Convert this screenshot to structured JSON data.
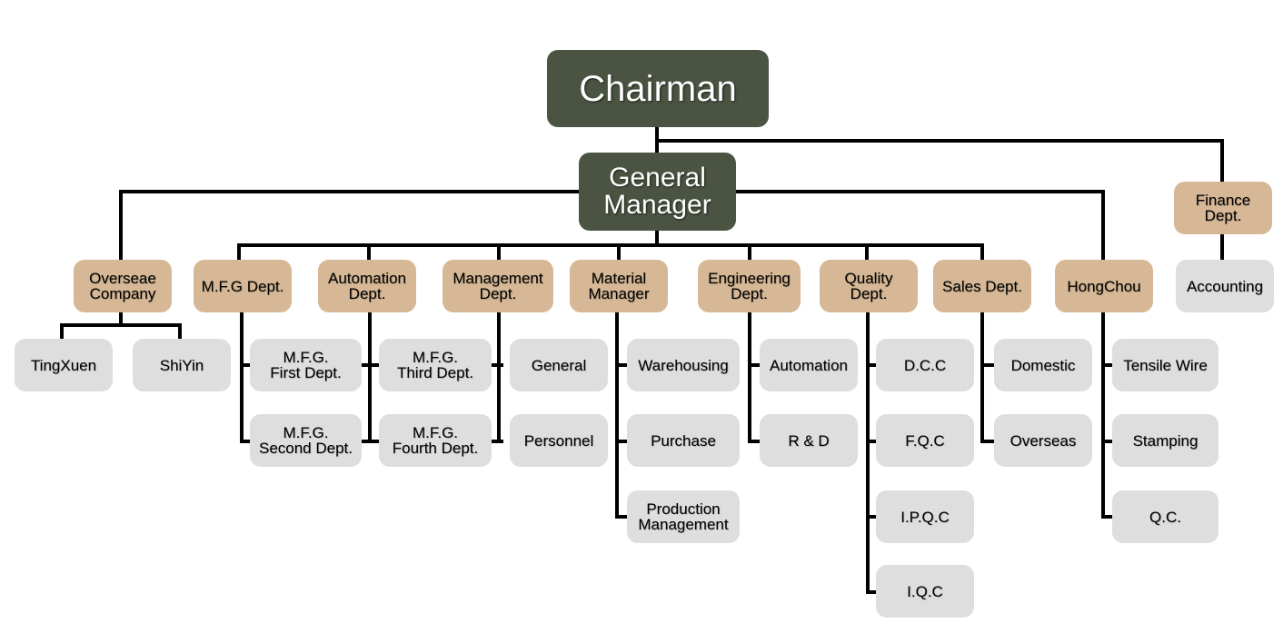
{
  "chairman": "Chairman",
  "general_manager": "General\nManager",
  "finance": {
    "label": "Finance\nDept.",
    "children": [
      "Accounting"
    ]
  },
  "departments": [
    {
      "key": "overseas-company",
      "label": "Overseae\nCompany",
      "children": [
        "TingXuen",
        "ShiYin"
      ]
    },
    {
      "key": "mfg-dept",
      "label": "M.F.G Dept.",
      "children": [
        "M.F.G.\nFirst Dept.",
        "M.F.G.\nSecond Dept."
      ]
    },
    {
      "key": "automation-dept",
      "label": "Automation\nDept.",
      "children": [
        "M.F.G.\nThird Dept.",
        "M.F.G.\nFourth Dept."
      ]
    },
    {
      "key": "management-dept",
      "label": "Management\nDept.",
      "children": [
        "General",
        "Personnel"
      ]
    },
    {
      "key": "material-manager",
      "label": "Material\nManager",
      "children": [
        "Warehousing",
        "Purchase",
        "Production\nManagement"
      ]
    },
    {
      "key": "engineering-dept",
      "label": "Engineering\nDept.",
      "children": [
        "Automation",
        "R & D"
      ]
    },
    {
      "key": "quality-dept",
      "label": "Quality\nDept.",
      "children": [
        "D.C.C",
        "F.Q.C",
        "I.P.Q.C",
        "I.Q.C"
      ]
    },
    {
      "key": "sales-dept",
      "label": "Sales Dept.",
      "children": [
        "Domestic",
        "Overseas"
      ]
    },
    {
      "key": "hongchou",
      "label": "HongChou",
      "children": [
        "Tensile Wire",
        "Stamping",
        "Q.C."
      ]
    }
  ],
  "colors": {
    "executive": "#4b5442",
    "department": "#d6b896",
    "unit": "#dedede",
    "line": "#000000"
  }
}
